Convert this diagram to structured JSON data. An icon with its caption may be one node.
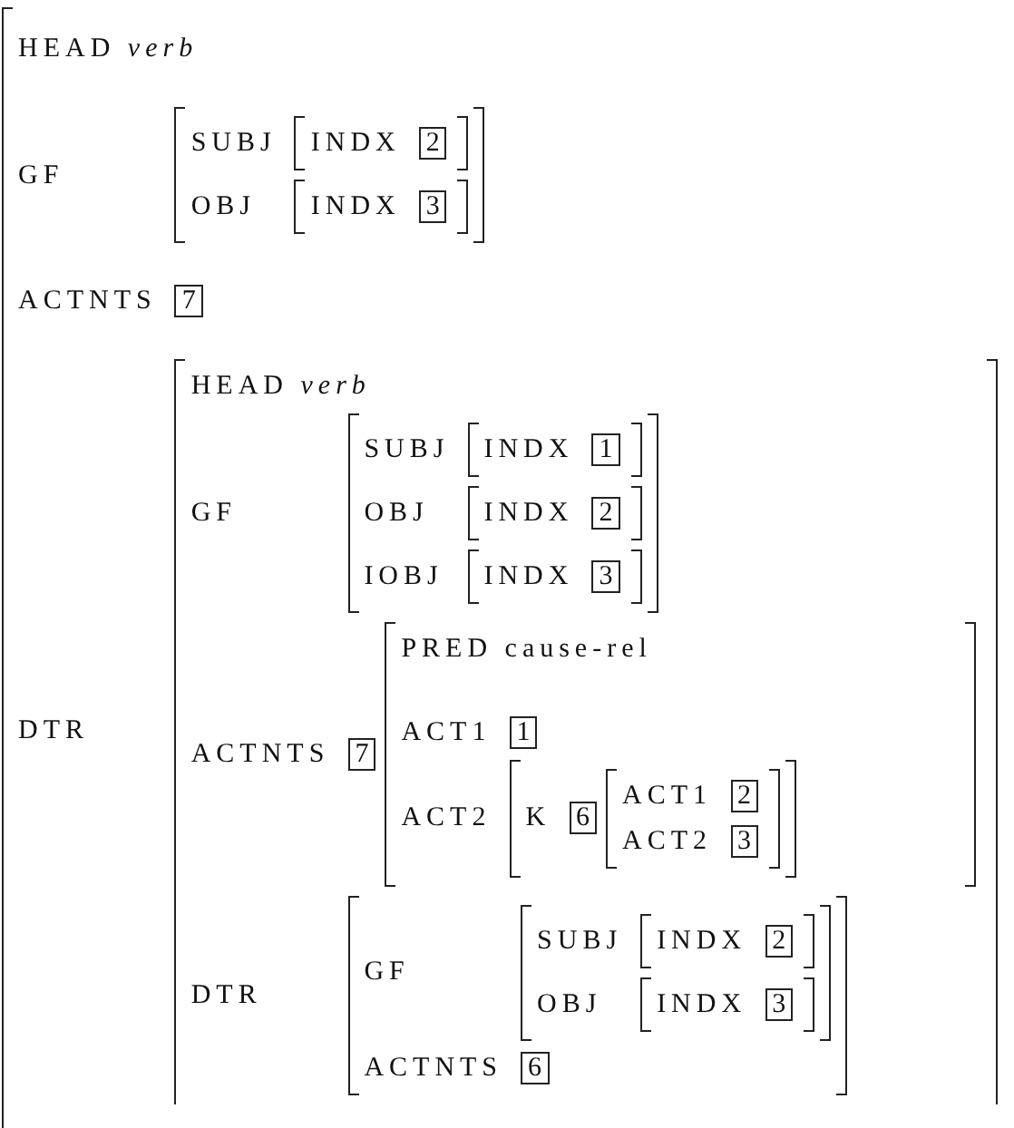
{
  "diagram": {
    "nodes": [
      {
        "text": [
          "HEAD *verb*",
          "GF",
          "ACTNTS",
          "DTR"
        ]
      },
      {
        "text": [
          "SUBJ",
          "OBJ"
        ],
        "in": 0
      },
      {
        "text": [
          "INDX"
        ],
        "in": 1
      },
      {
        "text": [
          "2"
        ],
        "in": 2
      },
      {
        "text": [
          "INDX"
        ],
        "in": 1
      },
      {
        "text": [
          "3"
        ],
        "in": 4
      },
      {
        "text": [
          "7"
        ],
        "in": 0
      },
      {
        "text": [
          "HEAD *verb*",
          "GF",
          "ACTNTS",
          "DTR"
        ],
        "in": 0
      },
      {
        "text": [
          "SUBJ",
          "OBJ",
          "IOBJ"
        ],
        "in": 7
      },
      {
        "text": [
          "INDX"
        ],
        "in": 8
      },
      {
        "text": [
          "1"
        ],
        "in": 9
      },
      {
        "text": [
          "INDX"
        ],
        "in": 8
      },
      {
        "text": [
          "2"
        ],
        "in": 11
      },
      {
        "text": [
          "INDX"
        ],
        "in": 8
      },
      {
        "text": [
          "3"
        ],
        "in": 13
      },
      {
        "text": [
          "7"
        ],
        "in": 7
      },
      {
        "text": [
          "PRED cause-rel",
          "ACT1",
          "ACT2"
        ],
        "in": 7
      },
      {
        "text": [
          "1"
        ],
        "in": 16
      },
      {
        "text": [
          "K"
        ],
        "in": 16
      },
      {
        "text": [
          "6"
        ],
        "in": 18
      },
      {
        "text": [
          "ACT1",
          "ACT2"
        ],
        "in": 18
      },
      {
        "text": [
          "2"
        ],
        "in": 20
      },
      {
        "text": [
          "3"
        ],
        "in": 20
      },
      {
        "text": [
          "GF",
          "ACTNTS"
        ],
        "in": 7
      },
      {
        "text": [
          "SUBJ",
          "OBJ"
        ],
        "in": 23
      },
      {
        "text": [
          "INDX"
        ],
        "in": 24
      },
      {
        "text": [
          "2"
        ],
        "in": 25
      },
      {
        "text": [
          "INDX"
        ],
        "in": 24
      },
      {
        "text": [
          "3"
        ],
        "in": 27
      },
      {
        "text": [
          "6"
        ],
        "in": 23
      }
    ],
    "edges": []
  }
}
